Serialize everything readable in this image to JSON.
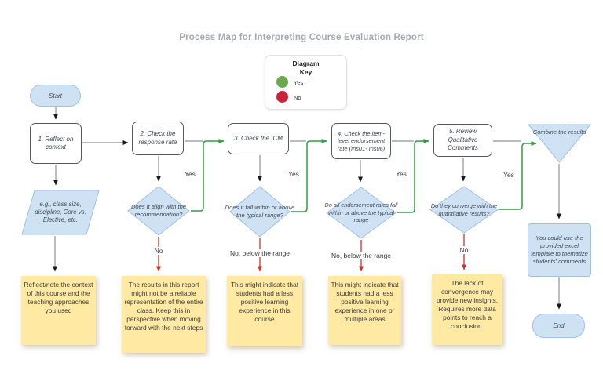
{
  "title": "Process Map for Interpreting Course Evaluation Report",
  "legend": {
    "title": "Diagram\nKey",
    "items": [
      {
        "label": "Yes",
        "color": "#6aa84f"
      },
      {
        "label": "No",
        "color": "#c9243a"
      }
    ]
  },
  "nodes": {
    "start": "Start",
    "step1": "1. Reflect on context",
    "step2": "2. Check the response rate",
    "step3": "3. Check the ICM",
    "step4": "4. Check the item-level endorsement rate (Ins01- Ins06)",
    "step5": "5. Review Qualitative Comments",
    "combine": "Combine the results",
    "context_examples": "e.g., class size, discipline, Core vs. Elective, etc.",
    "decision1": "Does it align with the recommendation?",
    "decision2": "Does it fall within or above the typical range?",
    "decision3": "Do all endorsement rates fall within or above the typical range",
    "decision4": "Do they converge with the quantitative results?",
    "note1": "Reflect/note the context of this course and the teaching approaches you used",
    "note2": "The results in this report might not be a reliable representation of the entire class. Keep this in perspective when moving forward with the next steps",
    "note3": "This might indicate that students had a less positive learning experience in this course",
    "note4": "This might indicate that students had a less positive learning experience in one or multiple areas",
    "note5": "The lack of convergence may provide new insights. Requires more data points to reach a conclusion.",
    "excel_tip": "You could use the provided excel template to thematize students' comments",
    "end": "End"
  },
  "edge_labels": {
    "yes1": "Yes",
    "yes2": "Yes",
    "yes3": "Yes",
    "yes4": "Yes",
    "no1": "No",
    "no2": "No, below the range",
    "no3": "No, below the range",
    "no4": "No"
  },
  "colors": {
    "yes_edge": "#2f9e44",
    "no_edge": "#d93025",
    "shape_fill": "#cfe2f3",
    "shape_stroke": "#9fc0e8",
    "note_fill": "#ffe9a3",
    "connector": "#8e939b",
    "title_text": "#a4a9b2"
  }
}
